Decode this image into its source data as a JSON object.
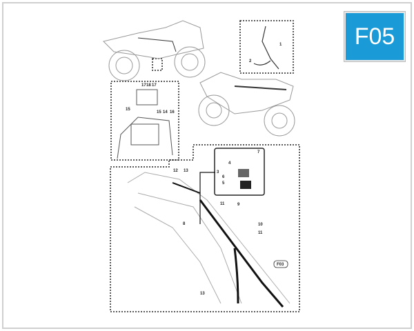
{
  "page_code": "F05",
  "accent_color": "#1a9ad6",
  "callouts": {
    "fuse_box": [
      "17",
      "18",
      "17",
      "15",
      "15",
      "14",
      "16"
    ],
    "sensor": [
      "1",
      "2"
    ],
    "inset": [
      "7",
      "4",
      "3",
      "6",
      "5"
    ],
    "main": [
      "12",
      "13",
      "11",
      "9",
      "8",
      "10",
      "11",
      "13"
    ],
    "ref": "F03"
  }
}
